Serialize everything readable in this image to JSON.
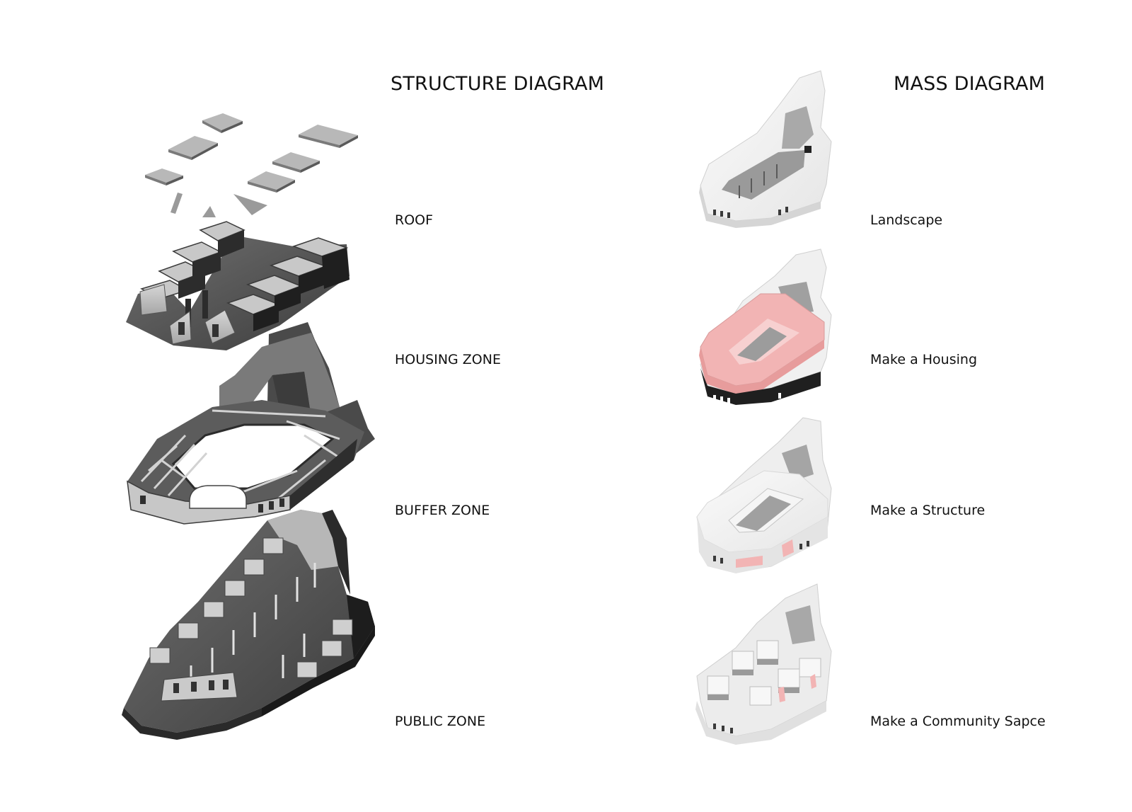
{
  "structure": {
    "title": "STRUCTURE DIAGRAM",
    "layers": [
      {
        "label": "ROOF"
      },
      {
        "label": "HOUSING ZONE"
      },
      {
        "label": "BUFFER ZONE"
      },
      {
        "label": "PUBLIC ZONE"
      }
    ]
  },
  "mass": {
    "title": "MASS DIAGRAM",
    "steps": [
      {
        "label": "Landscape"
      },
      {
        "label": "Make a Housing"
      },
      {
        "label": "Make a Structure"
      },
      {
        "label": "Make a Community Sapce"
      }
    ]
  },
  "colors": {
    "concrete_dark": "#3a3a3a",
    "concrete_mid": "#8a8a8a",
    "concrete_light": "#c9c9c9",
    "mass_white": "#f2f2f2",
    "highlight_pink": "#f2b4b4"
  }
}
